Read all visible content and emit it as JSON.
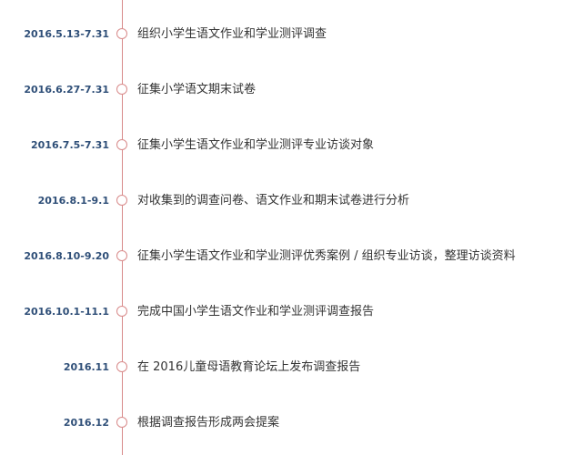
{
  "colors": {
    "line": "#d88a8a",
    "date_text": "#2f4f78",
    "event_text": "#333333"
  },
  "items": [
    {
      "date": "2016.5.13-7.31",
      "event": "组织小学生语文作业和学业测评调查"
    },
    {
      "date": "2016.6.27-7.31",
      "event": "征集小学语文期末试卷"
    },
    {
      "date": "2016.7.5-7.31",
      "event": "征集小学生语文作业和学业测评专业访谈对象"
    },
    {
      "date": "2016.8.1-9.1",
      "event": "对收集到的调查问卷、语文作业和期末试卷进行分析"
    },
    {
      "date": "2016.8.10-9.20",
      "event": "征集小学生语文作业和学业测评优秀案例 / 组织专业访谈，整理访谈资料"
    },
    {
      "date": "2016.10.1-11.1",
      "event": "完成中国小学生语文作业和学业测评调查报告"
    },
    {
      "date": "2016.11",
      "event": "在 2016儿童母语教育论坛上发布调查报告"
    },
    {
      "date": "2016.12",
      "event": "根据调查报告形成两会提案"
    }
  ]
}
